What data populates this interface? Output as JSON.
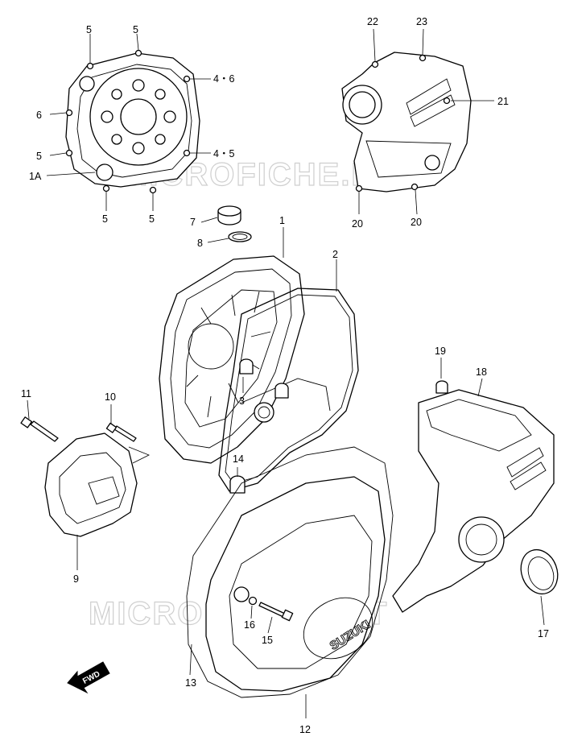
{
  "watermark": {
    "text": "MICROFICHE.NET",
    "color": "#cfcfcf"
  },
  "brand_mark": "SUZUKI",
  "direction_arrow": "FWD",
  "callouts": {
    "c1": "1",
    "c1a": "1A",
    "c2": "2",
    "c3": "3",
    "c4_6": "4・6",
    "c4_5": "4・5",
    "c5a": "5",
    "c5b": "5",
    "c5c": "5",
    "c5d": "5",
    "c5e": "5",
    "c6": "6",
    "c7": "7",
    "c8": "8",
    "c9": "9",
    "c10": "10",
    "c11": "11",
    "c12": "12",
    "c13": "13",
    "c14": "14",
    "c15": "15",
    "c16": "16",
    "c17": "17",
    "c18": "18",
    "c19": "19",
    "c20a": "20",
    "c20b": "20",
    "c21": "21",
    "c22": "22",
    "c23": "23"
  }
}
